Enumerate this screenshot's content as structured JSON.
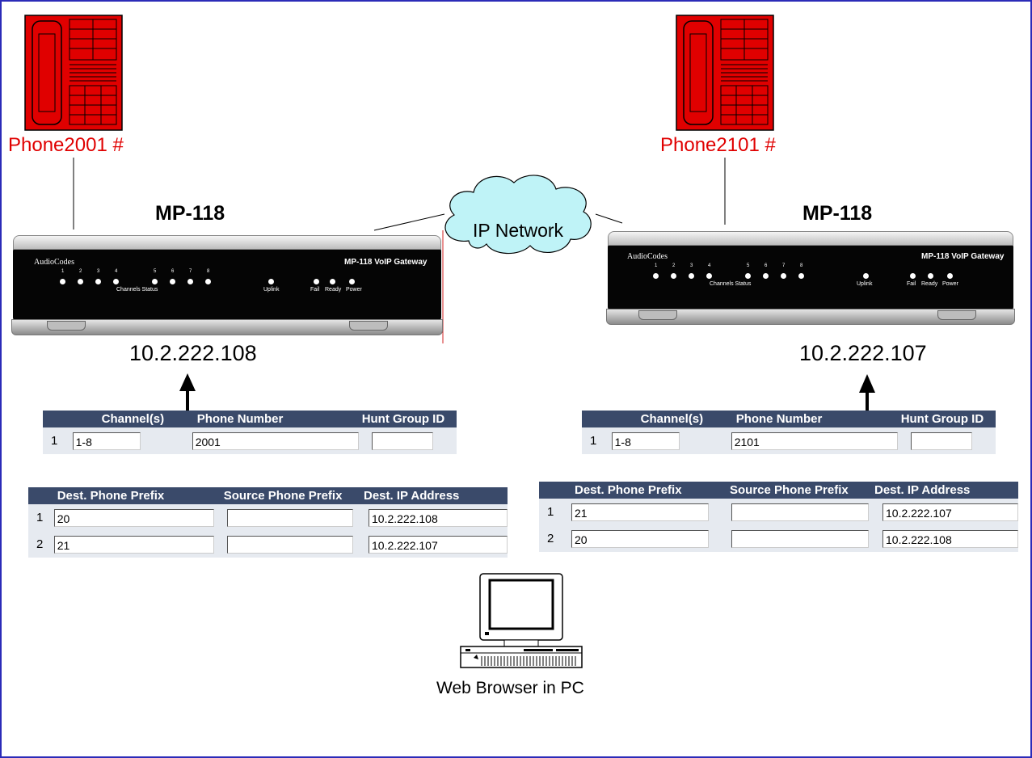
{
  "left": {
    "phone_label": "Phone2001  #",
    "device_title": "MP-118",
    "ip": "10.2.222.108",
    "brand": "AudioCodes",
    "model_text": "MP-118 VoIP Gateway",
    "channels_status": "Channels Status",
    "led_uplink": "Uplink",
    "led_fail": "Fail",
    "led_ready": "Ready",
    "led_power": "Power",
    "endpoint_table": {
      "headers": [
        "Channel(s)",
        "Phone Number",
        "Hunt Group ID"
      ],
      "row": {
        "index": "1",
        "channels": "1-8",
        "phone": "2001",
        "hunt": ""
      }
    },
    "routing_table": {
      "headers": [
        "Dest. Phone Prefix",
        "Source Phone Prefix",
        "Dest. IP Address"
      ],
      "rows": [
        {
          "index": "1",
          "dest_prefix": "20",
          "src_prefix": "",
          "dest_ip": "10.2.222.108"
        },
        {
          "index": "2",
          "dest_prefix": "21",
          "src_prefix": "",
          "dest_ip": "10.2.222.107"
        }
      ]
    }
  },
  "right": {
    "phone_label": "Phone2101  #",
    "device_title": "MP-118",
    "ip": "10.2.222.107",
    "brand": "AudioCodes",
    "model_text": "MP-118 VoIP Gateway",
    "channels_status": "Channels Status",
    "led_uplink": "Uplink",
    "led_fail": "Fail",
    "led_ready": "Ready",
    "led_power": "Power",
    "endpoint_table": {
      "headers": [
        "Channel(s)",
        "Phone Number",
        "Hunt Group ID"
      ],
      "row": {
        "index": "1",
        "channels": "1-8",
        "phone": "2101",
        "hunt": ""
      }
    },
    "routing_table": {
      "headers": [
        "Dest. Phone Prefix",
        "Source Phone Prefix",
        "Dest. IP Address"
      ],
      "rows": [
        {
          "index": "1",
          "dest_prefix": "21",
          "src_prefix": "",
          "dest_ip": "10.2.222.107"
        },
        {
          "index": "2",
          "dest_prefix": "20",
          "src_prefix": "",
          "dest_ip": "10.2.222.108"
        }
      ]
    }
  },
  "cloud_label": "IP Network",
  "pc_label": "Web Browser in PC",
  "led_numbers": [
    "1",
    "2",
    "3",
    "4",
    "5",
    "6",
    "7",
    "8"
  ],
  "colors": {
    "phone_red": "#e00000",
    "cloud_fill": "#bff3f7",
    "table_header": "#3a4a6a",
    "frame_border": "#2b2bb8"
  }
}
